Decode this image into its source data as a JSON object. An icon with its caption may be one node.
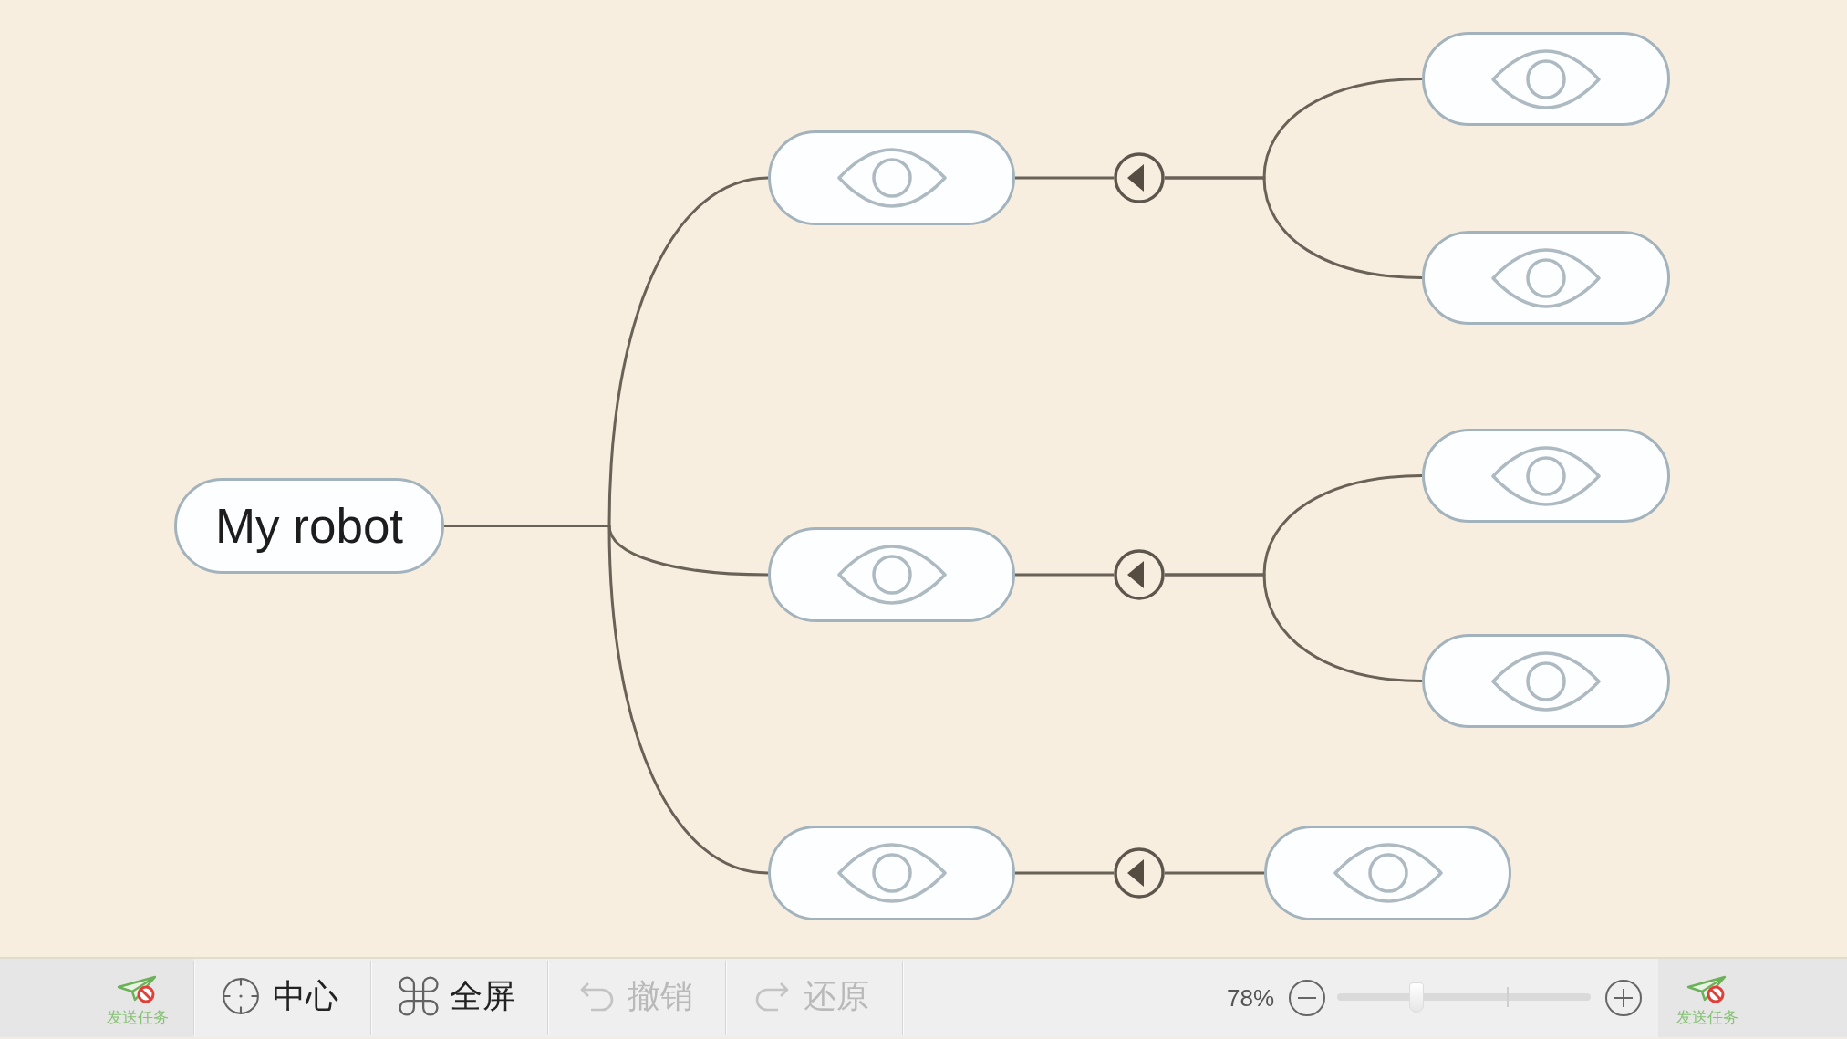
{
  "diagram": {
    "nodes": [
      {
        "text": [
          "My robot"
        ]
      },
      {
        "text": [],
        "shape": "box"
      },
      {
        "text": [],
        "shape": "box"
      },
      {
        "text": [],
        "shape": "box"
      },
      {
        "text": [],
        "shape": "circle"
      },
      {
        "text": [],
        "shape": "circle"
      },
      {
        "text": [],
        "shape": "circle"
      },
      {
        "text": [],
        "shape": "box"
      },
      {
        "text": [],
        "shape": "box"
      },
      {
        "text": [],
        "shape": "box"
      },
      {
        "text": [],
        "shape": "box"
      },
      {
        "text": [],
        "shape": "box"
      }
    ],
    "edges": [
      {
        "from": 0,
        "to": 1,
        "arrow": "none"
      },
      {
        "from": 0,
        "to": 2,
        "arrow": "none"
      },
      {
        "from": 0,
        "to": 3,
        "arrow": "none"
      },
      {
        "from": 1,
        "to": 4,
        "arrow": "none"
      },
      {
        "from": 2,
        "to": 5,
        "arrow": "none"
      },
      {
        "from": 3,
        "to": 6,
        "arrow": "none"
      },
      {
        "from": 4,
        "to": 7,
        "arrow": "none"
      },
      {
        "from": 4,
        "to": 8,
        "arrow": "none"
      },
      {
        "from": 5,
        "to": 9,
        "arrow": "none"
      },
      {
        "from": 5,
        "to": 10,
        "arrow": "none"
      },
      {
        "from": 6,
        "to": 11,
        "arrow": "none"
      }
    ],
    "labels": [
      "发送任务",
      "中心",
      "全屏",
      "撤销",
      "还原",
      "78%",
      "发送任务"
    ]
  }
}
